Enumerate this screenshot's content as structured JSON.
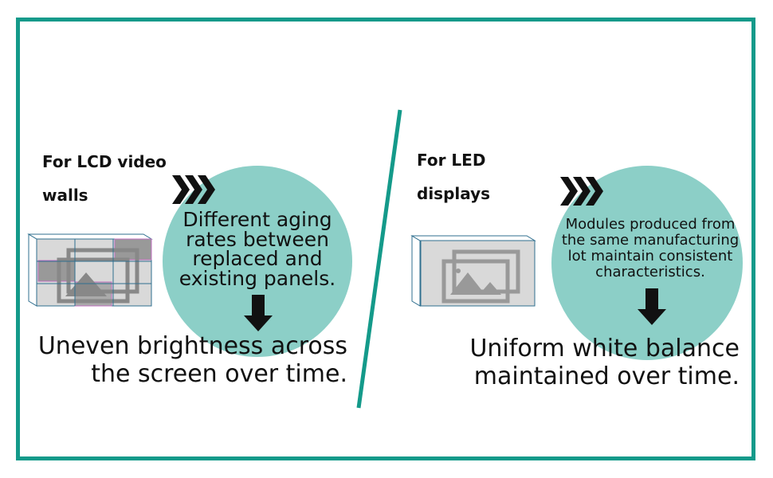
{
  "colors": {
    "frame": "#149a8a",
    "circle": "#8ccfc7",
    "divider": "#149a8a"
  },
  "lcd": {
    "heading_line1": "For LCD video",
    "heading_line2": "walls",
    "cause": [
      "Different aging",
      "rates between",
      "replaced and",
      "existing panels."
    ],
    "result": [
      "Uneven brightness across",
      "the screen over time."
    ]
  },
  "led": {
    "heading_line1": "For LED",
    "heading_line2": "displays",
    "cause": [
      "Modules produced from",
      "the same manufacturing",
      "lot maintain consistent",
      "characteristics."
    ],
    "result": [
      "Uniform white balance",
      "maintained over time."
    ]
  }
}
